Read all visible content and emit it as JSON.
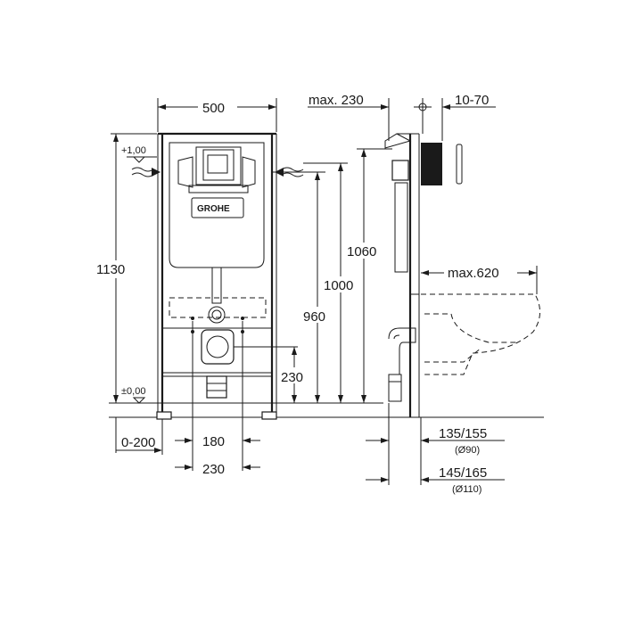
{
  "brand": "GROHE",
  "front": {
    "width": "500",
    "height": "1130",
    "level_top": "+1,00",
    "level_floor": "±0,00",
    "h960": "960",
    "h1000": "1000",
    "h230": "230",
    "adjust": "0-200",
    "spacing180": "180",
    "spacing230": "230"
  },
  "side": {
    "max230": "max. 230",
    "range1070": "10-70",
    "h1060": "1060",
    "max620": "max.620",
    "d1": "135/155",
    "d1_pipe": "(Ø90)",
    "d2": "145/165",
    "d2_pipe": "(Ø110)"
  }
}
